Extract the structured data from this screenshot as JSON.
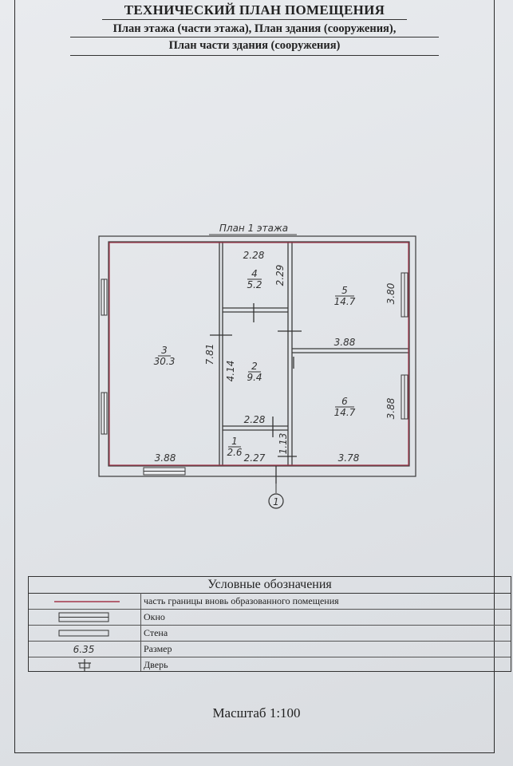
{
  "header": {
    "title": "ТЕХНИЧЕСКИЙ ПЛАН ПОМЕЩЕНИЯ",
    "subtitle_1": "План этажа (части этажа), План здания (сооружения),",
    "subtitle_2": "План части здания (сооружения)"
  },
  "plan": {
    "caption": "План 1 этажа",
    "axis_marker": "1",
    "rooms": [
      {
        "id": "3",
        "area": "30.3"
      },
      {
        "id": "4",
        "area": "5.2"
      },
      {
        "id": "5",
        "area": "14.7"
      },
      {
        "id": "2",
        "area": "9.4"
      },
      {
        "id": "6",
        "area": "14.7"
      },
      {
        "id": "1",
        "area": "2.6"
      }
    ],
    "dimensions": {
      "room3_height": "7.81",
      "room3_width": "3.88",
      "room4_width": "2.28",
      "room4_height": "2.29",
      "room5_height": "3.80",
      "room5_width": "3.88",
      "room2_height": "4.14",
      "room2_width": "2.28",
      "room6_height": "3.88",
      "room6_width": "3.78",
      "room1_width": "2.27",
      "room1_height": "1.13"
    },
    "colors": {
      "wall": "#3a3a3a",
      "boundary": "#a3364a"
    }
  },
  "legend": {
    "heading": "Условные обозначения",
    "items": [
      {
        "symbol": "boundary-line",
        "label": "часть границы вновь образованного помещения"
      },
      {
        "symbol": "window-symbol",
        "label": "Окно"
      },
      {
        "symbol": "wall-symbol",
        "label": "Стена"
      },
      {
        "symbol": "6.35",
        "label": "Размер"
      },
      {
        "symbol": "door-symbol",
        "label": "Дверь"
      }
    ]
  },
  "footer": {
    "scale": "Масштаб 1:100"
  }
}
